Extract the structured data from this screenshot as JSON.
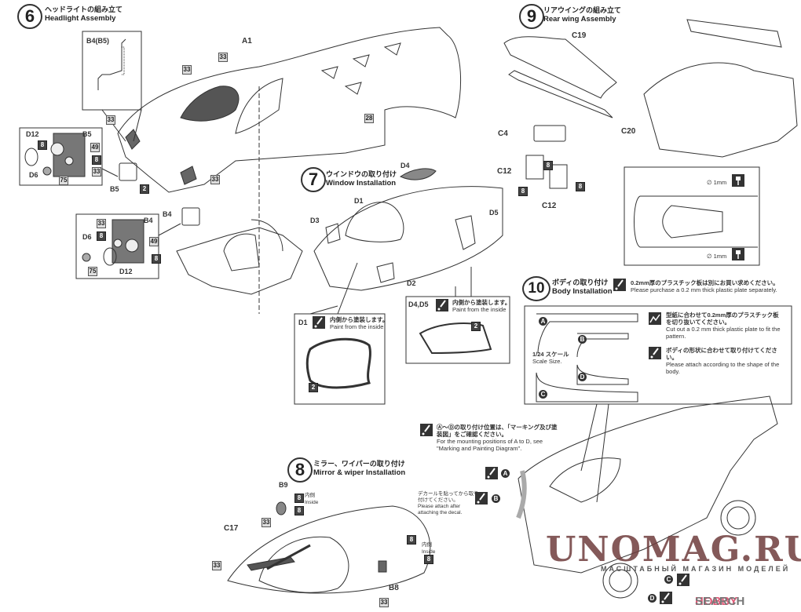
{
  "steps": [
    {
      "num": "6",
      "jp": "ヘッドライトの組み立て",
      "en": "Headlight  Assembly"
    },
    {
      "num": "7",
      "jp": "ウインドウの取り付け",
      "en": "Window Installation"
    },
    {
      "num": "8",
      "jp": "ミラー、ワイパーの取り付け",
      "en": "Mirror & wiper Installation"
    },
    {
      "num": "9",
      "jp": "リアウイングの組み立て",
      "en": "Rear wing Assembly"
    },
    {
      "num": "10",
      "jp": "ボディの取り付け",
      "en": "Body Installation"
    }
  ],
  "step6": {
    "labels": {
      "b4b5": "B4(B5)",
      "a1": "A1",
      "d12": "D12",
      "b5": "B5",
      "d6": "D6",
      "b4": "B4"
    },
    "tags": {
      "t33": "33",
      "t8": "8",
      "t49": "49",
      "t75": "75",
      "t2": "2",
      "t28": "28"
    }
  },
  "step7": {
    "labels": {
      "d1": "D1",
      "d2": "D2",
      "d3": "D3",
      "d4": "D4",
      "d5": "D5",
      "d4d5": "D4,D5"
    },
    "paint_jp": "内側から塗装します。",
    "paint_en": "Paint from the inside",
    "tag2": "2"
  },
  "step8": {
    "labels": {
      "b9": "B9",
      "c17": "C17",
      "b8": "B8"
    },
    "inside_jp": "内側",
    "inside_en": "Inside",
    "tags": {
      "t8": "8",
      "t33": "33"
    },
    "decal_jp": "デカールを貼ってから取り付けてください。",
    "decal_en": "Please attach after attaching the decal."
  },
  "step9": {
    "labels": {
      "c19": "C19",
      "c20": "C20",
      "c4": "C4",
      "c12": "C12"
    },
    "tag8": "8",
    "drill": "∅ 1mm"
  },
  "step10": {
    "purchase_jp": "0.2mm厚のプラスチック板は別にお買い求めください。",
    "purchase_en": "Please purchase a 0.2 mm thick plastic plate separately.",
    "scale_jp": "1/24 スケール",
    "scale_en": "Scale Size.",
    "letters": [
      "A",
      "B",
      "C",
      "D"
    ],
    "cut_jp": "型紙に合わせて0.2mm厚のプラスチック板を切り抜いてください。",
    "cut_en": "Cut out a 0.2 mm thick plastic plate to fit the pattern.",
    "attach_jp": "ボディの形状に合わせて取り付けてください。",
    "attach_en": "Please attach according to the shape of the body.",
    "mount_jp": "Ⓐ～Ⓓの取り付け位置は、「マーキング及び塗装図」をご確認ください。",
    "mount_en": "For the mounting positions of A to D, see \"Marking and Painting Diagram\".",
    "decal_jp": "デカールを貼ってから取り付けてください。",
    "decal_en": "Please attach after attaching the decal."
  },
  "watermark": {
    "main": "UNOMAG.RU",
    "sub": "МАСШТАБНЫЙ МАГАЗИН МОДЕЛЕЙ",
    "hobby": "HOBBY",
    "search": "SEARCH"
  }
}
